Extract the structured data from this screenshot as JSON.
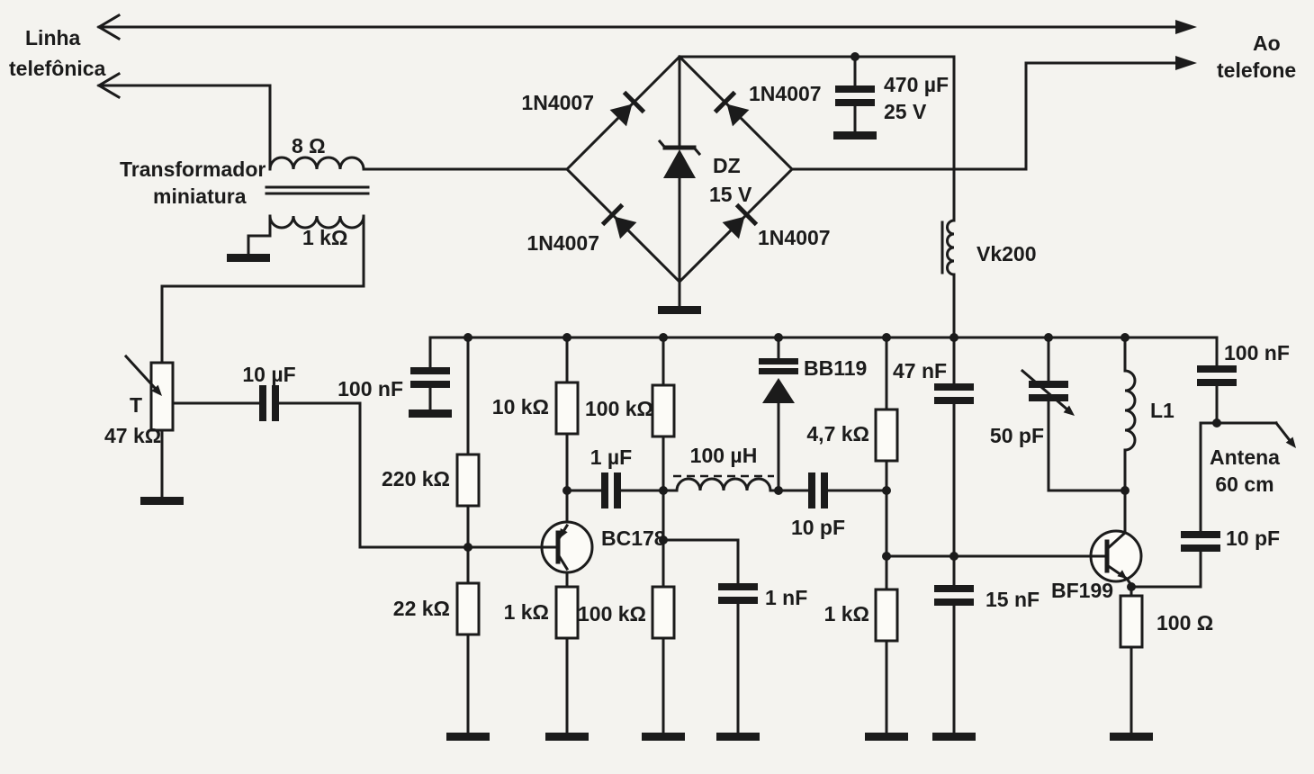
{
  "colors": {
    "ink": "#1b1b1b",
    "paper": "#f4f3ef"
  },
  "labels": {
    "line_in_top": "Linha",
    "line_in_bottom": "telefônica",
    "line_out_top": "Ao",
    "line_out_bottom": "telefone",
    "transformer_name_top": "Transformador",
    "transformer_name_bottom": "miniatura",
    "transformer_primary_impedance": "8 Ω",
    "transformer_secondary_impedance": "1 kΩ",
    "bridge_diode_top_left": "1N4007",
    "bridge_diode_top_right": "1N4007",
    "bridge_diode_bottom_left": "1N4007",
    "bridge_diode_bottom_right": "1N4007",
    "zener_name": "DZ",
    "zener_voltage": "15 V",
    "filter_cap_value": "470 µF",
    "filter_cap_voltage": "25 V",
    "rf_choke": "Vk200",
    "trimpot_name": "T",
    "trimpot_value": "47 kΩ",
    "input_coupling_cap": "10 µF",
    "decoupling_cap_left": "100 nF",
    "bias_resistor_upper": "220 kΩ",
    "bias_resistor_lower": "22 kΩ",
    "q1_top_resistor": "10 kΩ",
    "q1_name": "BC178",
    "q1_bottom_resistor": "1 kΩ",
    "audio_coupling_cap": "1 µF",
    "modulation_inductor": "100 µH",
    "r_100k_upper": "100 kΩ",
    "r_100k_lower": "100 kΩ",
    "cap_1nf": "1 nF",
    "varicap_name": "BB119",
    "coupling_cap_10pf": "10 pF",
    "q2_bias_upper": "4,7 kΩ",
    "q2_bias_lower": "1 kΩ",
    "supply_bypass_cap": "47 nF",
    "base_bypass_cap": "15 nF",
    "trimmer_cap": "50 pF",
    "tank_inductor": "L1",
    "antenna_cap": "100 nF",
    "antenna_name": "Antena",
    "antenna_length": "60 cm",
    "antenna_coupling_cap": "10 pF",
    "q2_name": "BF199",
    "q2_emitter_resistor": "100 Ω"
  }
}
